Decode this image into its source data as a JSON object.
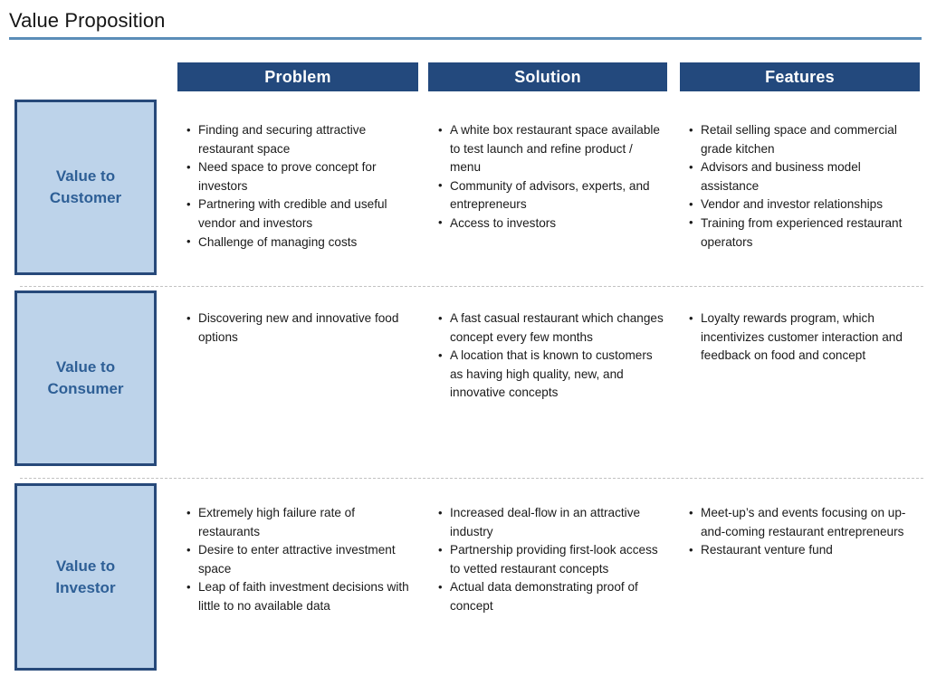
{
  "page": {
    "title": "Value Proposition",
    "accent_rule_color": "#5b8db8",
    "header_bar_color": "#23497d",
    "label_box_fill": "#bdd3ea",
    "label_box_border": "#27497a",
    "label_text_color": "#2e5f96",
    "divider_color": "#c2c2c2"
  },
  "columns": [
    {
      "key": "problem",
      "label": "Problem"
    },
    {
      "key": "solution",
      "label": "Solution"
    },
    {
      "key": "features",
      "label": "Features"
    }
  ],
  "rows": [
    {
      "label": "Value to\nCustomer",
      "label_line1": "Value to",
      "label_line2": "Customer",
      "problem": [
        "Finding and securing attractive restaurant space",
        "Need space to prove concept for investors",
        "Partnering with credible and useful vendor and investors",
        "Challenge of managing costs"
      ],
      "solution": [
        "A white box restaurant space available to test launch and refine product / menu",
        "Community of advisors, experts, and entrepreneurs",
        "Access to investors"
      ],
      "features": [
        "Retail selling space and commercial grade kitchen",
        "Advisors and business model assistance",
        "Vendor and investor relationships",
        "Training from experienced restaurant operators"
      ]
    },
    {
      "label": "Value to\nConsumer",
      "label_line1": "Value to",
      "label_line2": "Consumer",
      "problem": [
        "Discovering new and innovative food options"
      ],
      "solution": [
        "A fast casual restaurant which changes concept every few months",
        "A location that is known to customers as having high quality, new, and innovative concepts"
      ],
      "features": [
        "Loyalty rewards program, which incentivizes customer interaction and feedback on food and concept"
      ]
    },
    {
      "label": "Value to\nInvestor",
      "label_line1": "Value to",
      "label_line2": "Investor",
      "problem": [
        "Extremely high failure rate of restaurants",
        "Desire to enter attractive investment space",
        "Leap of faith investment decisions with little to no available data"
      ],
      "solution": [
        "Increased deal-flow in an attractive industry",
        "Partnership providing first-look access to vetted restaurant concepts",
        "Actual data demonstrating proof of concept"
      ],
      "features": [
        "Meet-up’s and events focusing on up-and-coming restaurant entrepreneurs",
        "Restaurant venture fund"
      ]
    }
  ]
}
